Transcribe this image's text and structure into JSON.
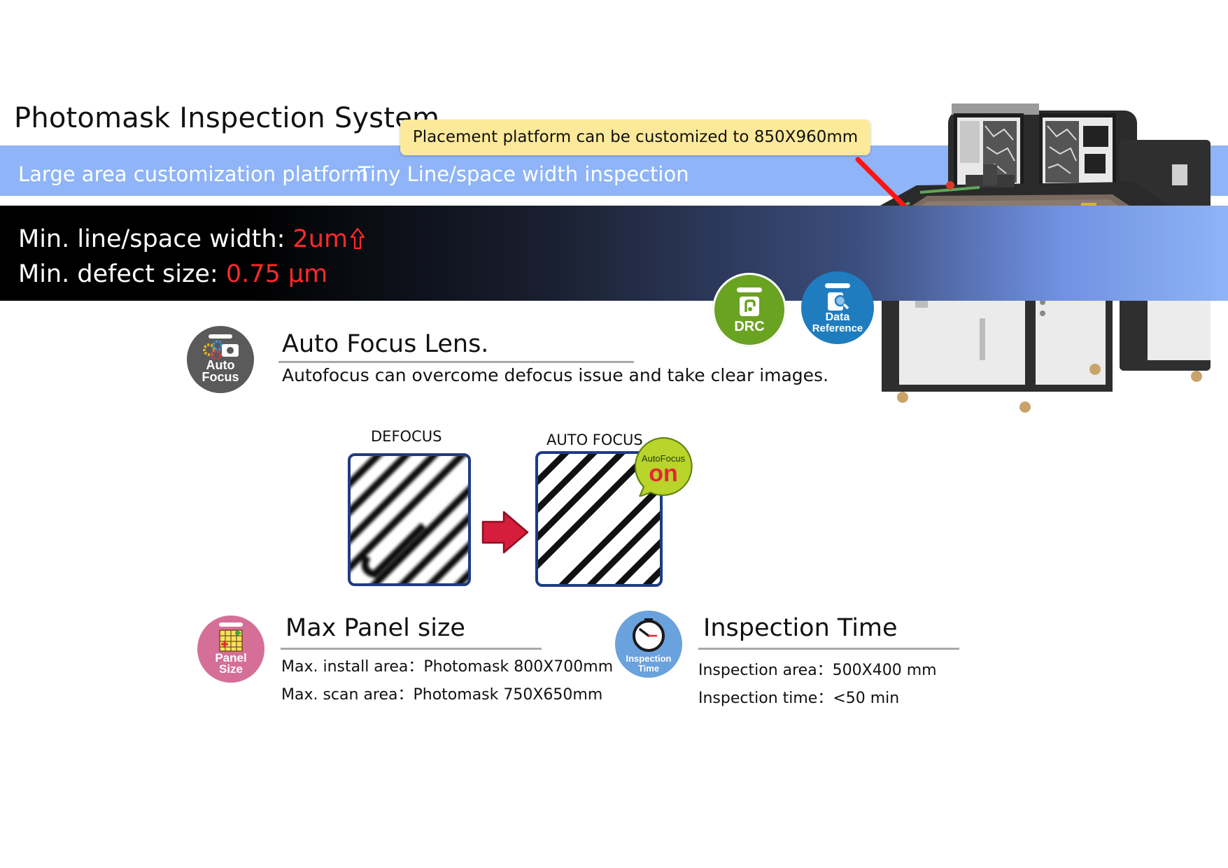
{
  "header": {
    "title": "Photomask Inspection System",
    "band_items": [
      "Large area customization platform",
      "Tiny Line/space width inspection"
    ],
    "callout": "Placement platform can be customized to 850X960mm"
  },
  "specs": {
    "line_label": "Min. line/space width: ",
    "line_value": "2um",
    "defect_label": "Min. defect size: ",
    "defect_value": "0.75 μm"
  },
  "badges": {
    "drc": "DRC",
    "data_ref_line1": "Data",
    "data_ref_line2": "Reference"
  },
  "auto_focus": {
    "icon_line1": "Auto",
    "icon_line2": "Focus",
    "title": "Auto Focus Lens.",
    "desc": "Autofocus can overcome defocus issue and take clear images.",
    "defocus_caption": "DEFOCUS",
    "autofocus_caption": "AUTO FOCUS",
    "bubble_top": "AutoFocus",
    "bubble_bottom": "on"
  },
  "panel_size": {
    "icon_line1": "Panel",
    "icon_line2": "Size",
    "title": "Max Panel size",
    "line1": "Max. install area：Photomask 800X700mm",
    "line2": "Max. scan area：Photomask 750X650mm"
  },
  "inspection_time": {
    "icon_line1": "Inspection",
    "icon_line2": "Time",
    "title": "Inspection Time",
    "line1": "Inspection area：500X400 mm",
    "line2": "Inspection time：<50 min"
  },
  "colors": {
    "band_blue": "#8fb4f7",
    "spec_red": "#ff2a2a",
    "callout_yellow": "#fde99a",
    "drc_green": "#6aa222",
    "data_ref_blue": "#1f7dbf",
    "panel_pink": "#d56f98",
    "time_blue": "#6aa2dd",
    "arrow_red": "#d61d3c"
  }
}
